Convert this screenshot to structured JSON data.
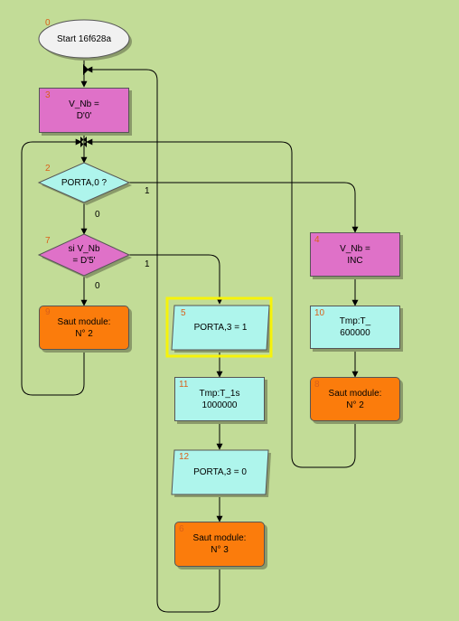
{
  "colors": {
    "background": "#c2dc97",
    "process_magenta": "#df71c8",
    "process_cyan": "#aef5ec",
    "jump_orange": "#fb7c0c",
    "start_fill": "#f1f1f1",
    "selection": "#f6f30a",
    "number": "#d9601a"
  },
  "nodes": {
    "start": {
      "number": "0",
      "text": "Start 16f628a"
    },
    "n3": {
      "number": "3",
      "text": "V_Nb =\nD'0'"
    },
    "n2": {
      "number": "2",
      "text": "PORTA,0 ?"
    },
    "n7": {
      "number": "7",
      "text": "si V_Nb\n= D'5'"
    },
    "n9": {
      "number": "9",
      "text": "Saut module:\nN° 2"
    },
    "n5": {
      "number": "5",
      "text": "PORTA,3 = 1"
    },
    "n11": {
      "number": "11",
      "text": "Tmp:T_1s\n1000000"
    },
    "n12": {
      "number": "12",
      "text": "PORTA,3 = 0"
    },
    "n6": {
      "number": "6",
      "text": "Saut module:\nN° 3"
    },
    "n4": {
      "number": "4",
      "text": "V_Nb =\nINC"
    },
    "n10": {
      "number": "10",
      "text": "Tmp:T_\n600000"
    },
    "n8": {
      "number": "8",
      "text": "Saut module:\nN° 2"
    }
  },
  "edge_labels": {
    "n2_yes": "1",
    "n2_no": "0",
    "n7_yes": "1",
    "n7_no": "0"
  }
}
